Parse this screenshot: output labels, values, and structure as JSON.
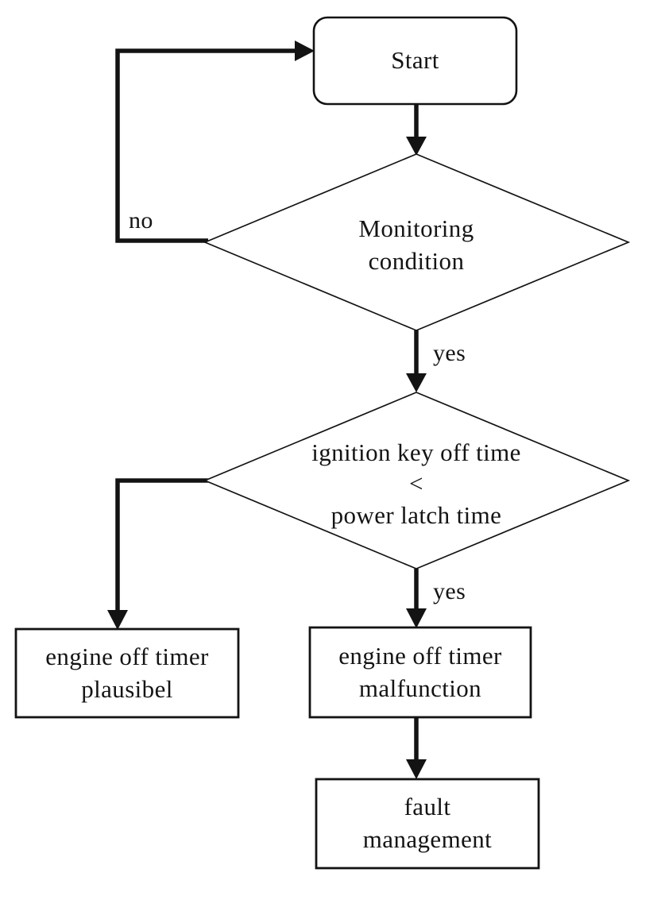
{
  "colors": {
    "ink": "#131313",
    "background": "#ffffff"
  },
  "nodes": {
    "start": {
      "label": "Start"
    },
    "monitoring": {
      "label": "Monitoring\ncondition"
    },
    "ignition": {
      "label": "ignition key off time\n<\npower latch time"
    },
    "plausible": {
      "label": "engine off timer\nplausibel"
    },
    "malfunction": {
      "label": "engine off timer\nmalfunction"
    },
    "fault": {
      "label": "fault\nmanagement"
    }
  },
  "edge_labels": {
    "no": "no",
    "yes_monitoring": "yes",
    "yes_ignition": "yes"
  }
}
